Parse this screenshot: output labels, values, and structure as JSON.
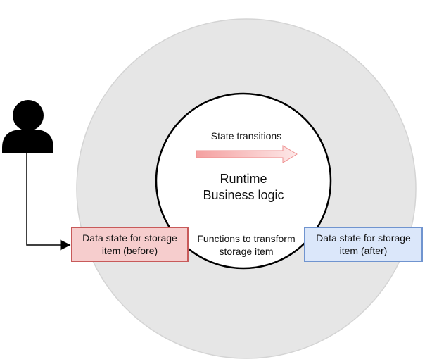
{
  "diagram": {
    "state_transitions_label": "State transitions",
    "runtime_label_line1": "Runtime",
    "runtime_label_line2": "Business logic",
    "functions_label_line1": "Functions to transform",
    "functions_label_line2": "storage item",
    "before_box_line1": "Data state for storage",
    "before_box_line2": "item (before)",
    "after_box_line1": "Data state for storage",
    "after_box_line2": "item (after)",
    "icons": [
      "user-icon",
      "arrow-right-icon"
    ],
    "colors": {
      "outer_circle": "#e6e6e6",
      "inner_circle_stroke": "#000000",
      "before_fill": "#f6cdcd",
      "before_stroke": "#c85a5a",
      "after_fill": "#dbe7fa",
      "after_stroke": "#7094cf",
      "transition_arrow": "#f4a8a8"
    }
  }
}
